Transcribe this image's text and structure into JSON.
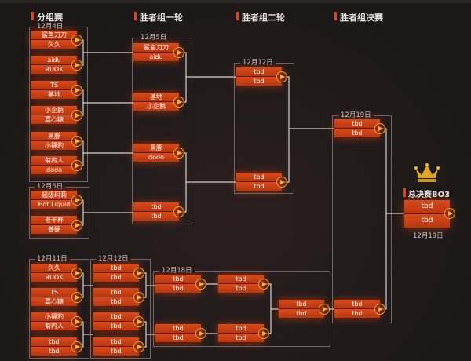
{
  "columns": [
    "分组赛",
    "胜者组一轮",
    "胜者组二轮",
    "胜者组决赛"
  ],
  "accent_color": "#d9481c",
  "groups": [
    {
      "id": "group-a",
      "date": "12月4日",
      "matches": [
        [
          "鲨鱼刀刀",
          "久久"
        ],
        [
          "aidu",
          "RUOK"
        ],
        [
          "TS",
          "基地"
        ],
        [
          "小企鹅",
          "嘉心糖"
        ],
        [
          "黑豚",
          "小福豹"
        ],
        [
          "菊内人",
          "dodo"
        ]
      ]
    },
    {
      "id": "group-b",
      "date": "12月5日",
      "matches": [
        [
          "超级玛莉",
          "Hot Liquid"
        ],
        [
          "老干杯",
          "姜硬"
        ]
      ]
    },
    {
      "id": "winners-r1",
      "date": "12月5日",
      "matches": [
        [
          "鲨鱼刀刀",
          "aidu"
        ],
        [
          "基地",
          "小企鹅"
        ],
        [
          "黑豚",
          "dodo"
        ],
        [
          "tbd",
          "tbd"
        ]
      ]
    },
    {
      "id": "winners-r2",
      "date": "12月12日",
      "matches": [
        [
          "tbd",
          "tbd"
        ],
        [
          "tbd",
          "tbd"
        ]
      ]
    },
    {
      "id": "winners-final",
      "date": "12月19日",
      "matches": [
        [
          "tbd",
          "tbd"
        ],
        [
          "tbd",
          "tbd"
        ]
      ]
    },
    {
      "id": "losers-r1",
      "date": "12月11日",
      "matches": [
        [
          "久久",
          "RUOK"
        ],
        [
          "TS",
          "嘉心糖"
        ],
        [
          "小福豹",
          "菊内人"
        ],
        [
          "tbd",
          "tbd"
        ]
      ]
    },
    {
      "id": "losers-r2",
      "date": "12月12日",
      "matches": [
        [
          "tbd",
          "tbd"
        ],
        [
          "tbd",
          "tbd"
        ],
        [
          "tbd",
          "tbd"
        ],
        [
          "tbd",
          "tbd"
        ]
      ]
    },
    {
      "id": "losers-r3",
      "date": "12月18日",
      "matches": [
        [
          "tbd",
          "tbd"
        ],
        [
          "tbd",
          "tbd"
        ],
        [
          "tbd",
          "tbd"
        ],
        [
          "tbd",
          "tbd"
        ],
        [
          "tbd",
          "tbd"
        ]
      ]
    }
  ],
  "final": {
    "label": "总决赛BO3",
    "teams": [
      "tbd",
      "tbd"
    ],
    "date": "12月19日",
    "icon": "crown-icon"
  }
}
